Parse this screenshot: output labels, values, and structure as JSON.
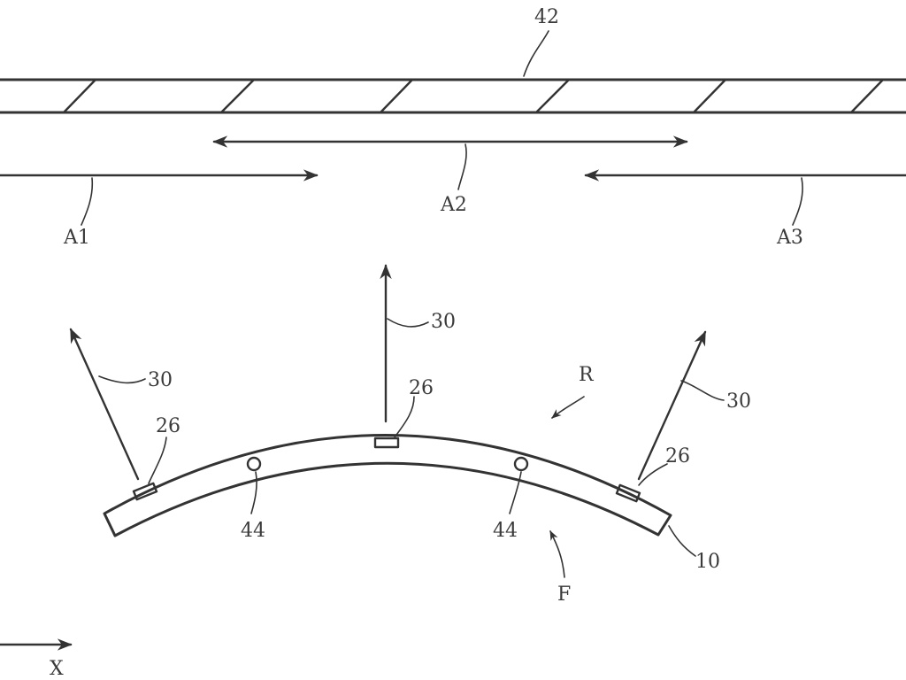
{
  "labels": {
    "panel": "42",
    "zone_a1": "A1",
    "zone_a2": "A2",
    "zone_a3": "A3",
    "beam_left": "30",
    "beam_center": "30",
    "beam_right": "30",
    "sensor_left": "26",
    "sensor_center": "26",
    "sensor_right": "26",
    "hole_left": "44",
    "hole_right": "44",
    "rear": "R",
    "front": "F",
    "body": "10",
    "axis": "X"
  }
}
